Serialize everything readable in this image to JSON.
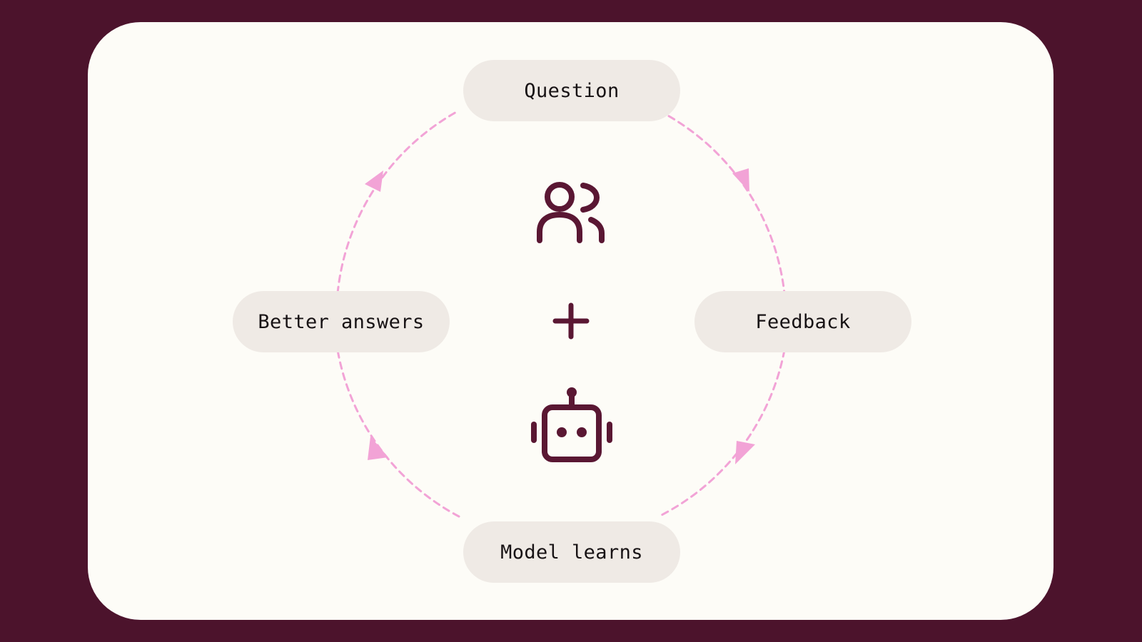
{
  "diagram": {
    "steps": [
      {
        "label": "Question"
      },
      {
        "label": "Feedback"
      },
      {
        "label": "Model learns"
      },
      {
        "label": "Better answers"
      }
    ],
    "center_icons": [
      "people-icon",
      "plus-icon",
      "robot-icon"
    ]
  },
  "colors": {
    "background": "#4c132c",
    "card": "#fdfcf7",
    "pill": "#efeae5",
    "text": "#171214",
    "icon": "#5a1733",
    "cycle_arrows": "#f2a3d6"
  }
}
